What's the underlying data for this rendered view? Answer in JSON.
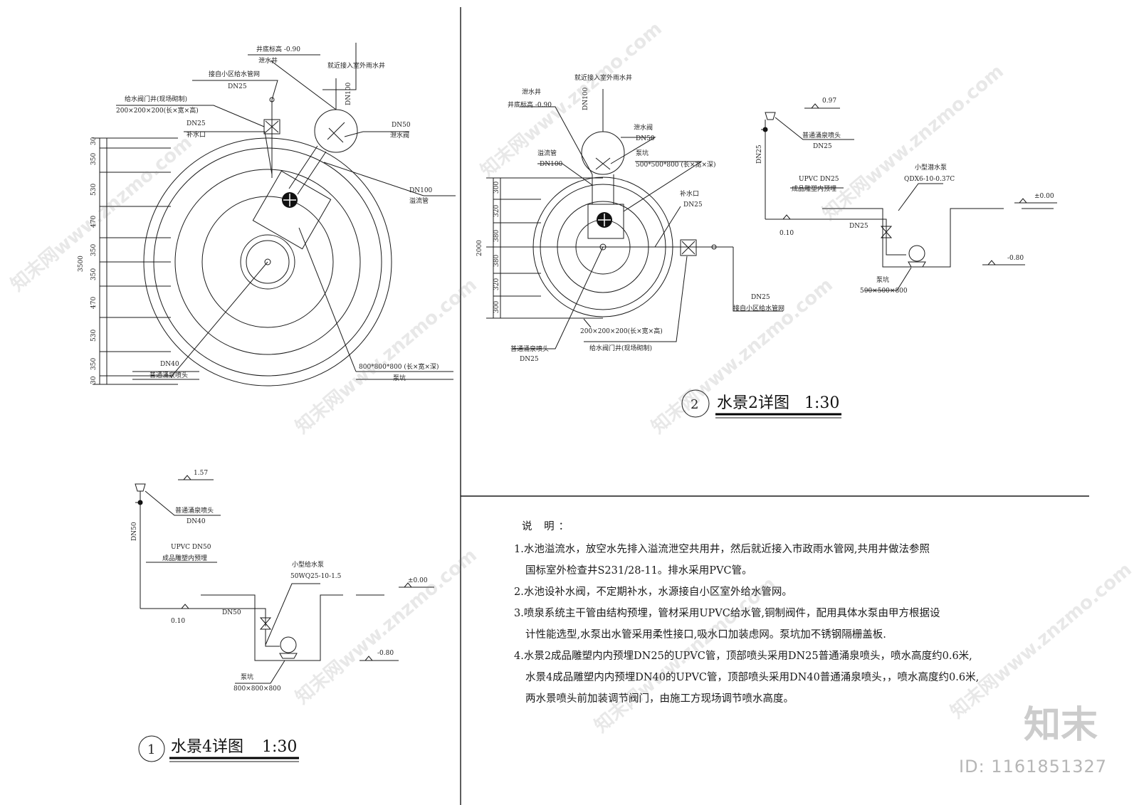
{
  "drawing1": {
    "labels": {
      "well_bottom": "井底标高 -0.90",
      "drain_well": "泄水井",
      "outdoor_rain": "就近接入室外雨水井",
      "from_supply": "接自小区给水管网",
      "dn25_a": "DN25",
      "valve_well": "给水阀门井(现场砌制)",
      "valve_well_size": "200×200×200(长×宽×高)",
      "dn25_b": "DN25",
      "makeup": "补水口",
      "dn100_v": "DN100",
      "dn50": "DN50",
      "drain_valve": "泄水阀",
      "dn100": "DN100",
      "overflow": "溢流管",
      "dn40": "DN40",
      "nozzle": "普通涌泉喷头",
      "pit_size": "800*800*800 (长×宽×深)",
      "pit": "泵坑"
    },
    "dims": [
      "350",
      "530",
      "470",
      "350",
      "350",
      "470",
      "530",
      "350"
    ],
    "dim_offsets": [
      "30",
      "30"
    ],
    "total": "3500"
  },
  "drawing2": {
    "labels": {
      "outdoor_rain": "就近接入室外雨水井",
      "drain_well": "泄水井",
      "well_bottom": "井底标高 -0.90",
      "dn100_v": "DN100",
      "drain_valve": "泄水阀",
      "dn50": "DN50",
      "overflow": "溢流管",
      "overflow_dn": "DN100",
      "pump_pit": "泵坑",
      "pit_size": "500*500*800 (长×宽×深)",
      "makeup": "补水口",
      "makeup_dn": "DN25",
      "dn25": "DN25",
      "connect": "接自小区给水管网",
      "valve_size": "200×200×200(长×宽×高)",
      "valve_well": "给水阀门井(现场砌制)",
      "nozzle": "普通涌泉喷头",
      "nozzle_dn": "DN25"
    },
    "dims": [
      "300",
      "320",
      "380",
      "380",
      "320",
      "300"
    ],
    "total": "2000",
    "title_no": "2",
    "title": "水景2详图",
    "scale": "1:30"
  },
  "section2": {
    "elev_top": "0.97",
    "nozzle": "普通涌泉喷头",
    "nozzle_dn": "DN25",
    "pipe_v": "DN25",
    "upvc": "UPVC DN25",
    "embed": "成品雕塑内预埋",
    "elev_base": "0.10",
    "pipe_h": "DN25",
    "pump": "小型潜水泵",
    "pump_model": "QDX6-10-0.37C",
    "elev_water": "±0.00",
    "elev_bottom": "-0.80",
    "pit": "泵坑",
    "pit_size": "500×500×800"
  },
  "section1": {
    "elev_top": "1.57",
    "nozzle": "普通涌泉喷头",
    "nozzle_dn": "DN40",
    "pipe_v": "DN50",
    "upvc": "UPVC DN50",
    "embed": "成品雕塑内预埋",
    "elev_base": "0.10",
    "pipe_h": "DN50",
    "pump": "小型给水泵",
    "pump_model": "50WQ25-10-1.5",
    "elev_water": "±0.00",
    "elev_bottom": "-0.80",
    "pit": "泵坑",
    "pit_size": "800×800×800",
    "title_no": "1",
    "title": "水景4详图",
    "scale": "1:30"
  },
  "notes": {
    "heading": "说  明：",
    "items": [
      [
        "1.水池溢流水，放空水先排入溢流泄空共用井，然后就近接入市政雨水管网,共用井做法参照",
        "国标室外检查井S231/28-11。排水采用PVC管。"
      ],
      [
        "2.水池设补水阀，不定期补水，水源接自小区室外给水管网。"
      ],
      [
        "3.喷泉系统主干管由结构预埋，管材采用UPVC给水管,铜制阀件，配用具体水泵由甲方根据设",
        "计性能选型,水泵出水管采用柔性接口,吸水口加装虑网。泵坑加不锈钢隔栅盖板."
      ],
      [
        "4.水景2成品雕塑内内预埋DN25的UPVC管，顶部喷头采用DN25普通涌泉喷头，喷水高度约0.6米,",
        "水景4成品雕塑内内预埋DN40的UPVC管，顶部喷头采用DN40普通涌泉喷头，，喷水高度约0.6米,",
        "两水景喷头前加装调节阀门，由施工方现场调节喷水高度。"
      ]
    ]
  },
  "watermark": {
    "repeat": "知末网www.znzmo.com",
    "brand": "知末",
    "id": "ID: 1161851327"
  }
}
